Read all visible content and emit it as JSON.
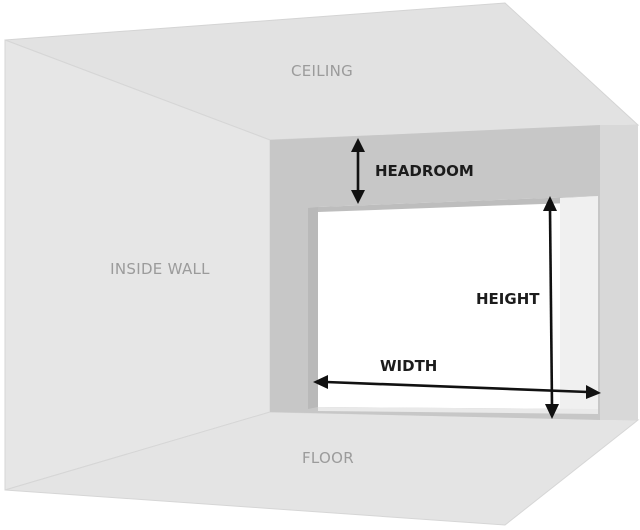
{
  "labels": {
    "ceiling": "CEILING",
    "inside_wall": "INSIDE WALL",
    "floor": "FLOOR",
    "headroom": "HEADROOM",
    "height": "HEIGHT",
    "width": "WIDTH"
  },
  "colors": {
    "ceiling": "#e2e2e2",
    "inside_wall": "#e6e6e6",
    "floor": "#e4e4e4",
    "back_wall": "#c7c7c7",
    "opening": "#ffffff",
    "arrow": "#111111"
  }
}
